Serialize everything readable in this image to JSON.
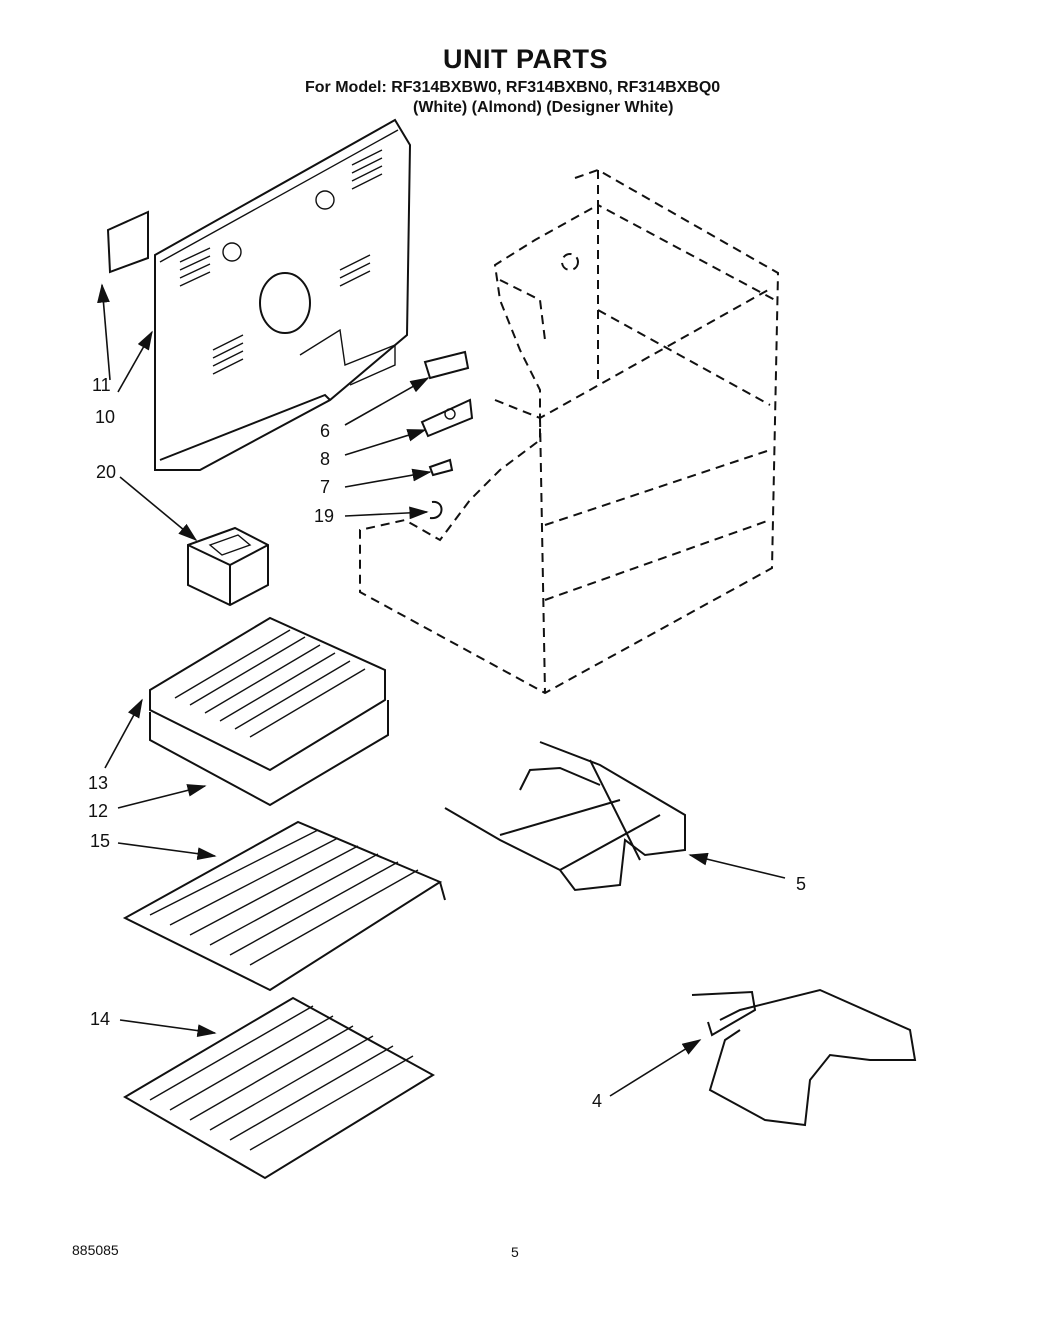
{
  "header": {
    "title": "UNIT PARTS",
    "models": "For Model: RF314BXBW0, RF314BXBN0, RF314BXBQ0",
    "variants": "(White) (Almond) (Designer White)"
  },
  "callouts": [
    {
      "id": "c11",
      "label": "11"
    },
    {
      "id": "c10",
      "label": "10"
    },
    {
      "id": "c6",
      "label": "6"
    },
    {
      "id": "c8",
      "label": "8"
    },
    {
      "id": "c7",
      "label": "7"
    },
    {
      "id": "c19",
      "label": "19"
    },
    {
      "id": "c20",
      "label": "20"
    },
    {
      "id": "c13",
      "label": "13"
    },
    {
      "id": "c12",
      "label": "12"
    },
    {
      "id": "c15",
      "label": "15"
    },
    {
      "id": "c5",
      "label": "5"
    },
    {
      "id": "c14",
      "label": "14"
    },
    {
      "id": "c4",
      "label": "4"
    }
  ],
  "footer": {
    "doc_number": "885085",
    "page_number": "5"
  }
}
